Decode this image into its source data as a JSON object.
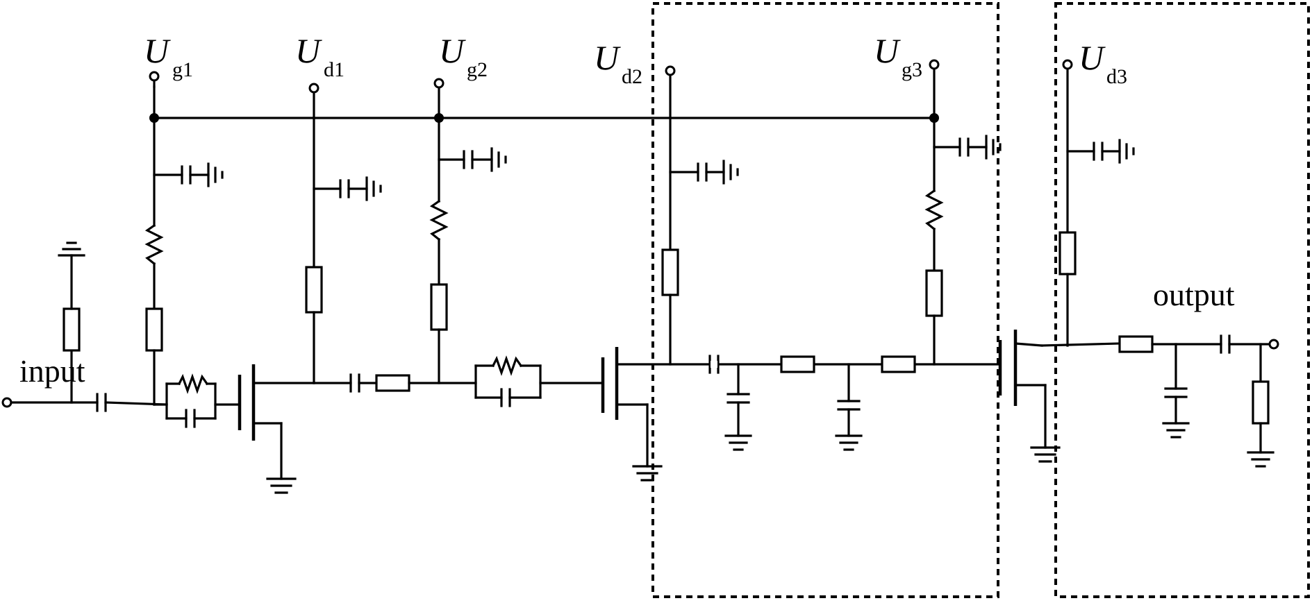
{
  "labels": {
    "input": "input",
    "output": "output"
  },
  "supply_symbol": "U",
  "supplies": [
    {
      "id": "ug1",
      "sub": "g1"
    },
    {
      "id": "ud1",
      "sub": "d1"
    },
    {
      "id": "ug2",
      "sub": "g2"
    },
    {
      "id": "ud2",
      "sub": "d2"
    },
    {
      "id": "ug3",
      "sub": "g3"
    },
    {
      "id": "ud3",
      "sub": "d3"
    }
  ],
  "colors": {
    "line": "#000000",
    "background": "#ffffff"
  }
}
